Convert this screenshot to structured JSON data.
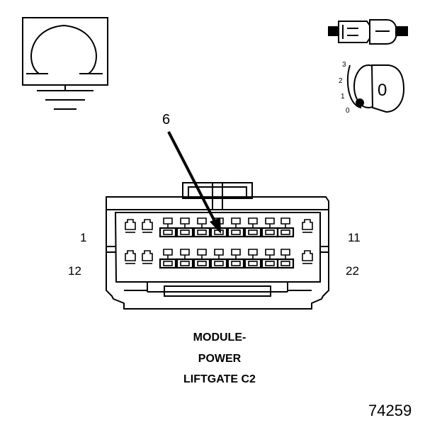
{
  "callout": "6",
  "pin_labels": {
    "top_left": "1",
    "top_right": "11",
    "bottom_left": "12",
    "bottom_right": "22"
  },
  "title_lines": [
    "MODULE-",
    "POWER",
    "LIFTGATE C2"
  ],
  "figure_number": "74259",
  "ignition_positions": [
    "3",
    "2",
    "1",
    "0"
  ],
  "ignition_key_label": "0",
  "icons": [
    "ohmmeter-ground-icon",
    "connector-plug-icon",
    "ignition-key-icon"
  ],
  "colors": {
    "line": "#000000",
    "background": "#ffffff"
  }
}
